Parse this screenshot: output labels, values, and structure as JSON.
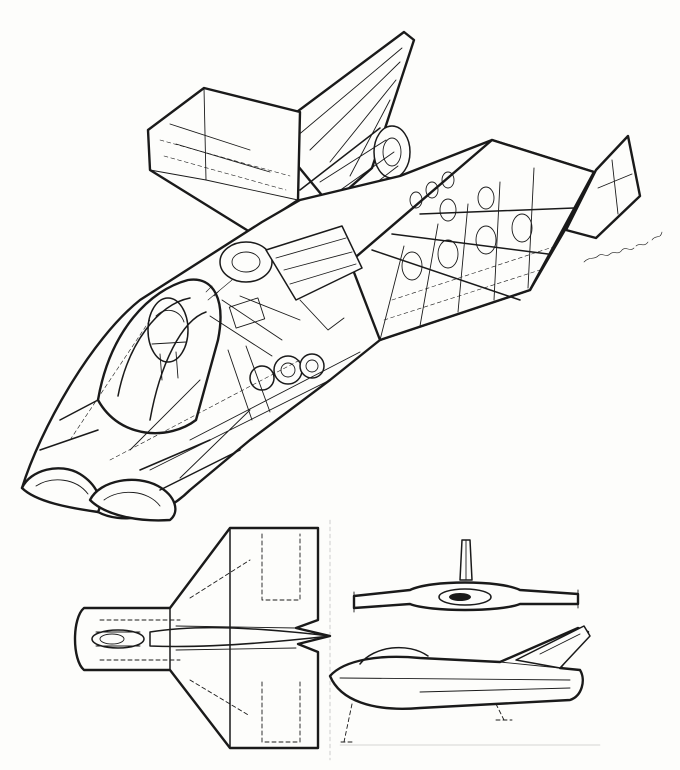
{
  "figure": {
    "views": [
      "cutaway-isometric",
      "plan",
      "front",
      "side"
    ]
  }
}
